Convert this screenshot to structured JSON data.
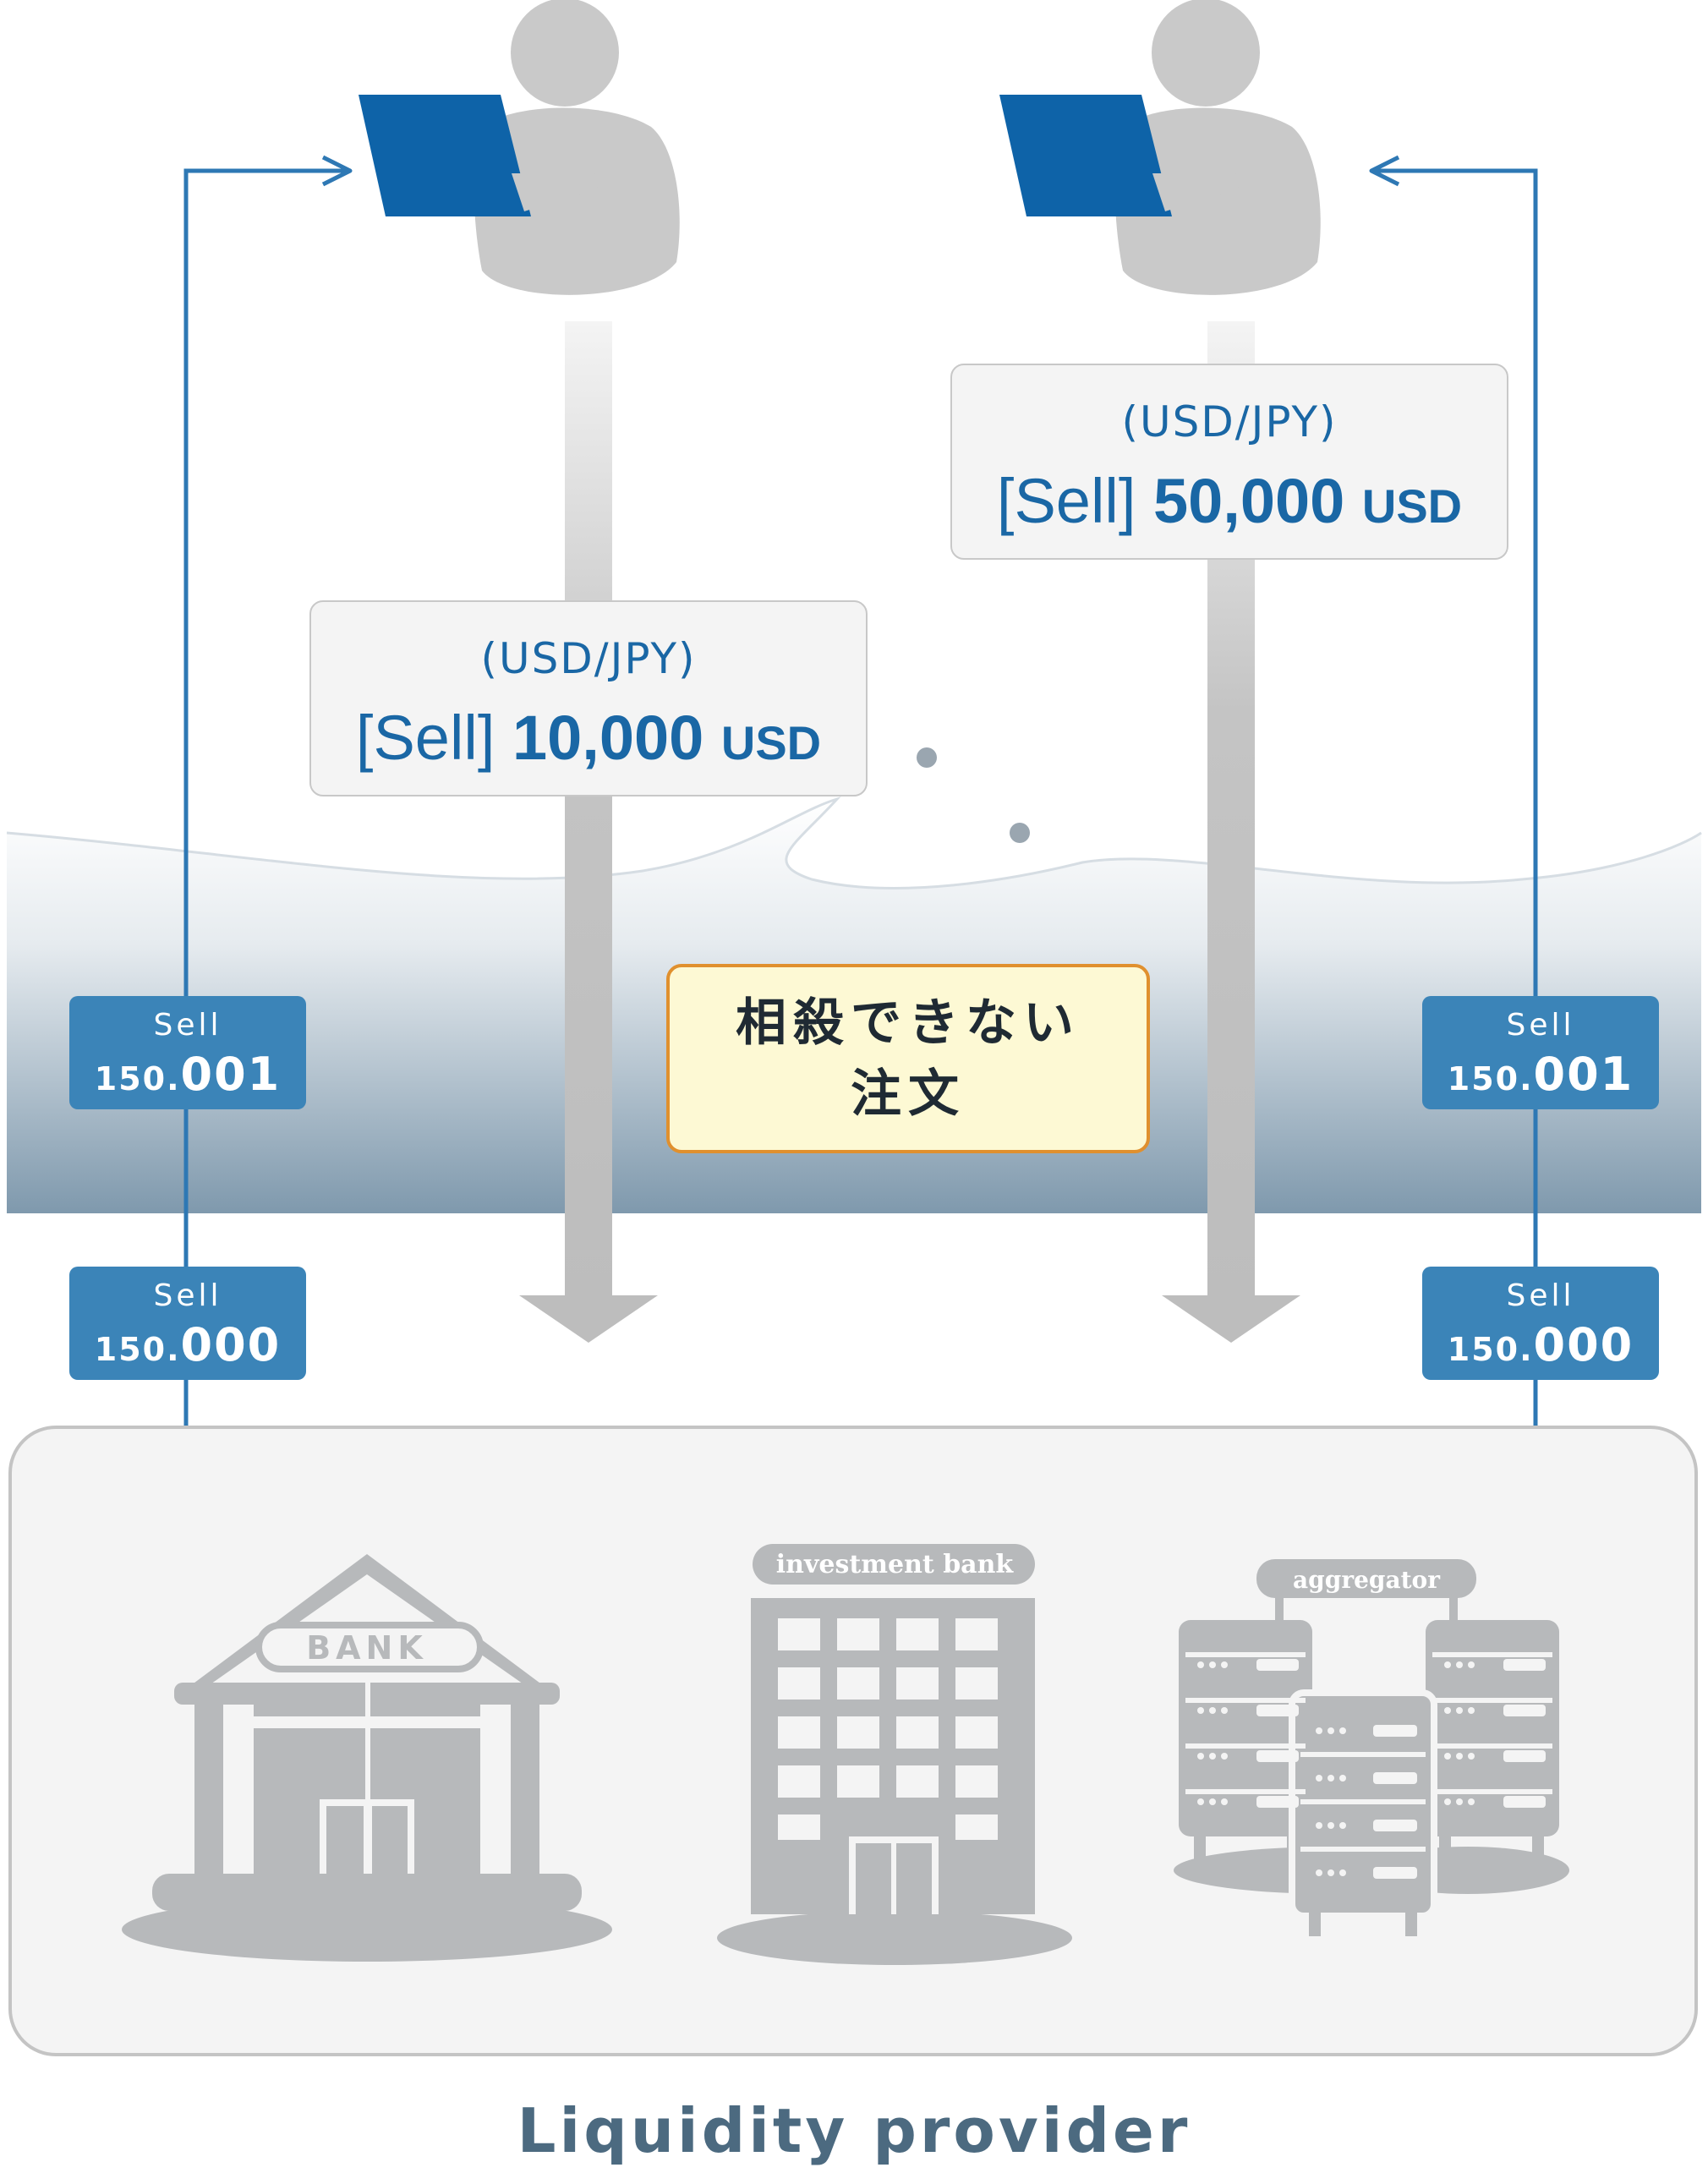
{
  "orders": [
    {
      "pair": "(USD/JPY)",
      "side": "[Sell]",
      "amount": "10,000",
      "unit": "USD"
    },
    {
      "pair": "(USD/JPY)",
      "side": "[Sell]",
      "amount": "50,000",
      "unit": "USD"
    }
  ],
  "quotes": {
    "left_upper": {
      "label": "Sell",
      "int_part": "150.",
      "dec_part": "001"
    },
    "left_lower": {
      "label": "Sell",
      "int_part": "150.",
      "dec_part": "000"
    },
    "right_upper": {
      "label": "Sell",
      "int_part": "150.",
      "dec_part": "001"
    },
    "right_lower": {
      "label": "Sell",
      "int_part": "150.",
      "dec_part": "000"
    }
  },
  "note": {
    "line1": "相殺できない",
    "line2": "注文"
  },
  "providers": {
    "bank_sign": "BANK",
    "investment_bank_sign": "investment bank",
    "aggregator_sign": "aggregator"
  },
  "footer": {
    "title": "Liquidity provider"
  },
  "colors": {
    "accent_blue": "#1a67a5",
    "quote_blue": "#3b84b8",
    "line_blue": "#2e78b4",
    "icon_gray": "#b7b9bb",
    "note_bg": "#fdf9d4",
    "note_border": "#e0902e"
  }
}
